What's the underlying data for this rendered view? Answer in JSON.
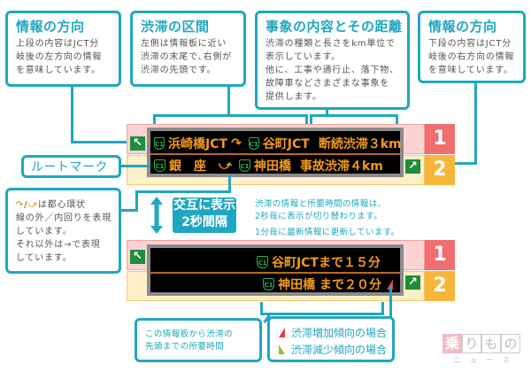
{
  "callouts": {
    "direction_upper": {
      "title": "情報の方向",
      "lines": [
        "上段の内容はJCT分",
        "岐後の左方向の情報",
        "を意味しています。"
      ]
    },
    "section": {
      "title": "渋滞の区間",
      "lines": [
        "左側は情報板に近い",
        "渋滞の末尾で､右側が",
        "渋滞の先頭です。"
      ]
    },
    "event": {
      "title": "事象の内容とその距離",
      "lines": [
        "渋滞の種類と長さをkm単位で",
        "表示しています。",
        "他に、工事や通行止、落下物、",
        "故障車などさまざまな事象を",
        "提供します。"
      ]
    },
    "direction_lower": {
      "title": "情報の方向",
      "lines": [
        "下段の内容はJCT分",
        "岐後の右方向の情報",
        "を意味しています。"
      ]
    },
    "route_mark": {
      "title": "ルートマーク"
    },
    "loop": {
      "lines": [
        "〜/〜は都心環状",
        "線の外／内回りを表現",
        "しています。",
        "それ以外は→で表現",
        "しています。"
      ],
      "line0_suffix": "は都心環状"
    },
    "time_note": {
      "lines": [
        "この情報板から渋滞の",
        "先頭までの所要時間"
      ]
    },
    "legend": {
      "increase": "渋滞増加傾向の場合",
      "decrease": "渋滞減少傾向の場合"
    }
  },
  "boards": {
    "top": {
      "row1": {
        "from": "浜崎橋JCT",
        "loop_symbol": "↷",
        "to": "谷町JCT",
        "event": "断続渋滞３km",
        "route": "C1"
      },
      "row2": {
        "from": "銀　座",
        "loop_symbol": "⤻",
        "to": "神田橋",
        "event": "事故渋滞４km",
        "route": "C1"
      }
    },
    "bottom": {
      "row1": {
        "text": "谷町JCTまで１５分",
        "route": "C1"
      },
      "row2": {
        "text": "神田橋 まで２０分",
        "route": "C1"
      }
    }
  },
  "markers": {
    "one": "1",
    "two": "2",
    "arrow_left": "↖",
    "arrow_right": "↗"
  },
  "alternate": {
    "badge_line1": "交互に表示",
    "badge_line2": "2秒間隔",
    "note_lines": [
      "渋滞の情報と所要時間の情報は、",
      "2秒毎に表示が切り替わります。",
      "1分毎に最新情報に更新しています。"
    ]
  },
  "logo": {
    "chars": [
      "乗",
      "り",
      "も",
      "の"
    ],
    "sub": "ニ ュ ー ス"
  },
  "colors": {
    "accent": "#1fa7c0",
    "red_band": "#fcd3d3",
    "red_num": "#f06e6e",
    "yellow_band": "#fdf0c8",
    "yellow_num": "#f7b63a",
    "led_text": "#f39a1d",
    "route_green": "#2fb04a",
    "sign_green": "#1d8e3b",
    "increase": "#e8393f",
    "decrease": "#9cc31b"
  }
}
